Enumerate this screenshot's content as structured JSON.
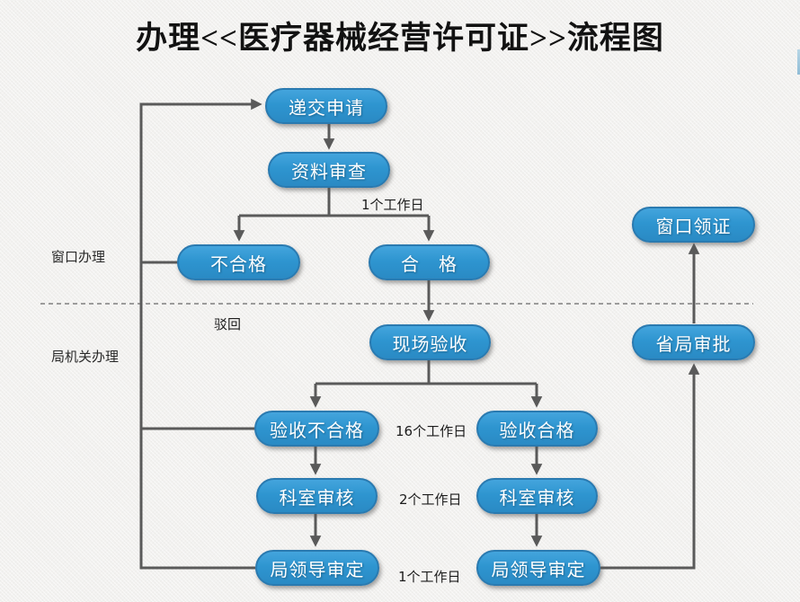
{
  "title": "办理<<医疗器械经营许可证>>流程图",
  "lanes": {
    "window_label": "窗口办理",
    "bureau_label": "局机关办理"
  },
  "nodes": {
    "submit": {
      "label": "递交申请"
    },
    "doc_review": {
      "label": "资料审查"
    },
    "unqualified": {
      "label": "不合格"
    },
    "qualified": {
      "label": "合　格"
    },
    "site_acceptance": {
      "label": "现场验收"
    },
    "acceptance_fail": {
      "label": "验收不合格"
    },
    "acceptance_pass": {
      "label": "验收合格"
    },
    "dept_review_left": {
      "label": "科室审核"
    },
    "dept_review_right": {
      "label": "科室审核"
    },
    "leader_approval_left": {
      "label": "局领导审定"
    },
    "leader_approval_right": {
      "label": "局领导审定"
    },
    "provincial_approval": {
      "label": "省局审批"
    },
    "window_certificate": {
      "label": "窗口领证"
    }
  },
  "annotations": {
    "doc_review_duration": "1个工作日",
    "reject": "驳回",
    "acceptance_duration": "16个工作日",
    "dept_review_duration": "2个工作日",
    "leader_approval_duration": "1个工作日"
  },
  "colors": {
    "node_fill": "#2e95d0",
    "node_border": "#2a7ab0",
    "arrow": "#5a5a5a",
    "divider": "#7f7f7f",
    "background": "#f2f1ef",
    "node_text": "#ffffff"
  }
}
